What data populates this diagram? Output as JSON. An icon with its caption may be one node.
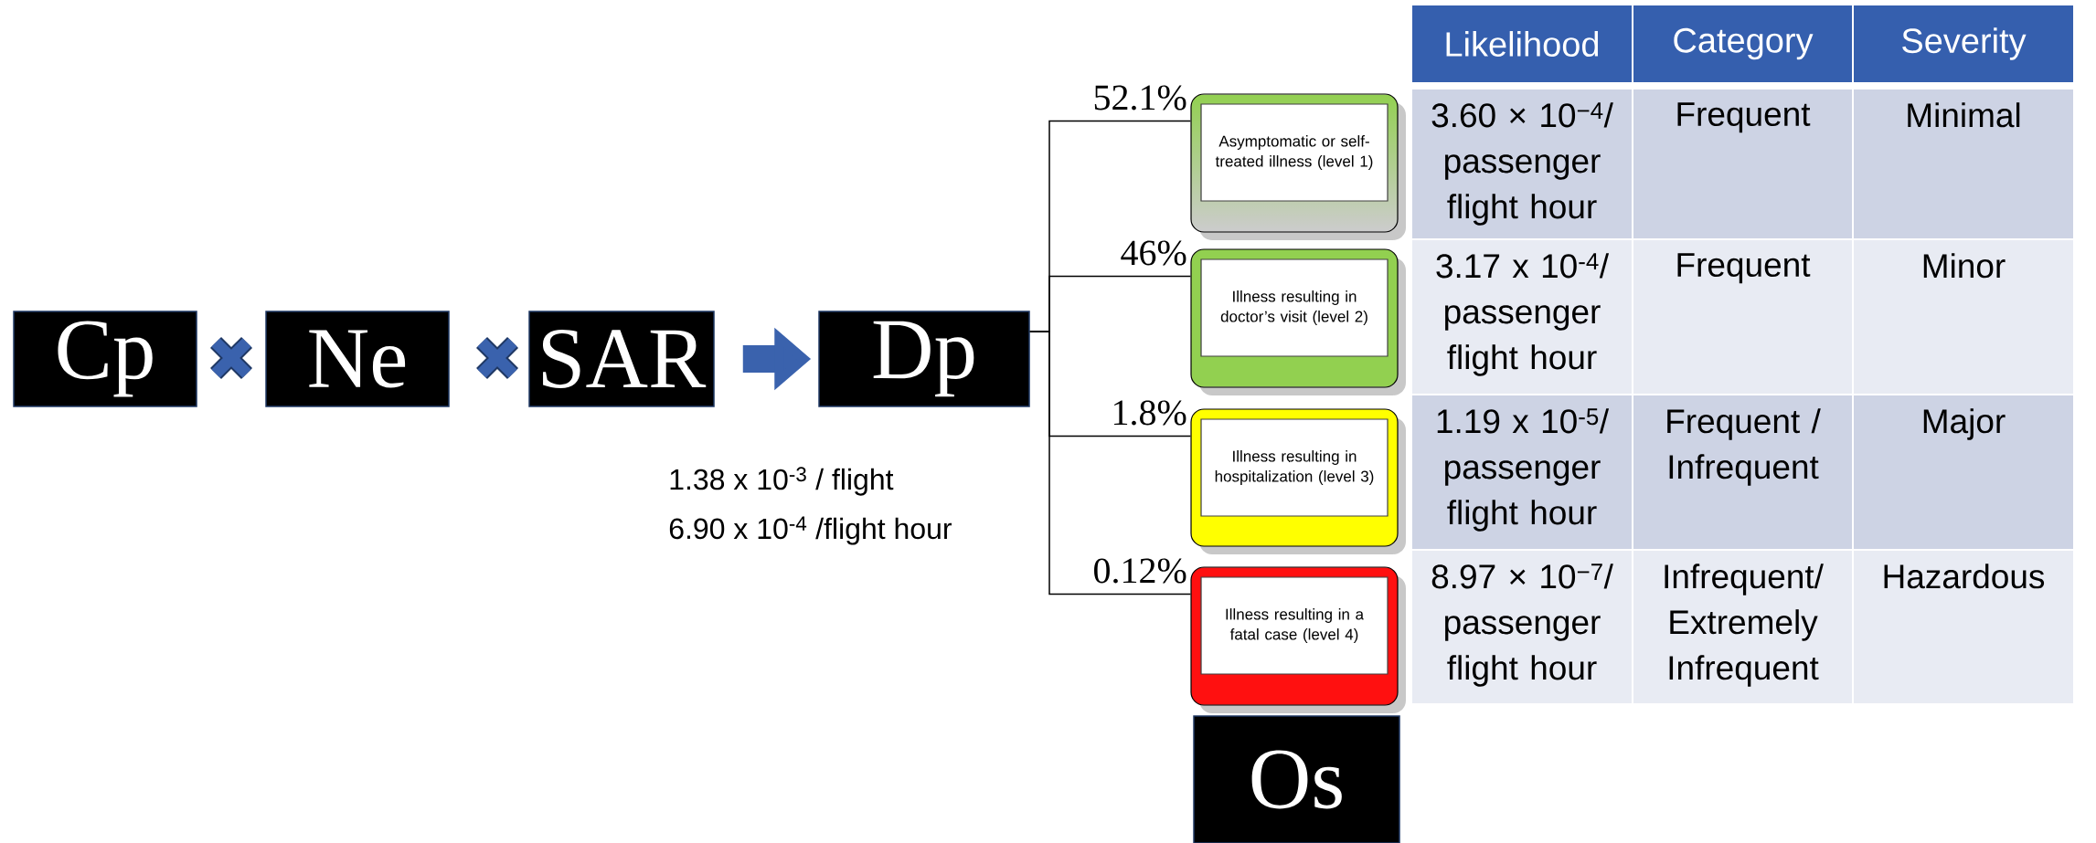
{
  "diagram": {
    "nodes": [
      {
        "text": [
          "Cp"
        ]
      },
      {
        "text": [
          "Ne"
        ]
      },
      {
        "text": [
          "SAR"
        ]
      },
      {
        "text": [
          "Dp"
        ],
        "beside": [
          "1.38 x 10$^{-3}$ / flight",
          "6.90 x 10$^{-4}$ /flight hour"
        ]
      },
      {
        "text": [
          "Asymptomatic or self-treated illness (level 1)"
        ]
      },
      {
        "text": [
          "Illness resulting in doctor’s visit (level 2)"
        ]
      },
      {
        "text": [
          "Illness resulting in hospitalization (level 3)"
        ]
      },
      {
        "text": [
          "Illness resulting in a fatal case (level 4)"
        ]
      },
      {
        "text": [
          "Os"
        ]
      }
    ],
    "edges": [
      {
        "from": 3,
        "to": 4,
        "arrow": "none",
        "label": "52.1%"
      },
      {
        "from": 3,
        "to": 5,
        "arrow": "none",
        "label": "46%"
      },
      {
        "from": 3,
        "to": 6,
        "arrow": "none",
        "label": "1.8%"
      },
      {
        "from": 3,
        "to": 7,
        "arrow": "none",
        "label": "0.12%"
      },
      {
        "from": 2,
        "to": 3,
        "arrow": "to",
        "style": "thick",
        "color": "#3a62ad"
      }
    ],
    "labels": [
      "Likelihood",
      "Category",
      "Severity",
      "3.60 × 10$^{−4}$/ passenger flight hour",
      "Frequent",
      "Minimal",
      "3.17 x 10$^{-4}$/ passenger flight hour",
      "Frequent",
      "Minor",
      "1.19 x 10$^{-5}$/ passenger flight hour",
      "Frequent / Infrequent",
      "Major",
      "8.97 × 10$^{−7}$/ passenger flight hour",
      "Infrequent/ Extremely Infrequent",
      "Hazardous"
    ]
  }
}
